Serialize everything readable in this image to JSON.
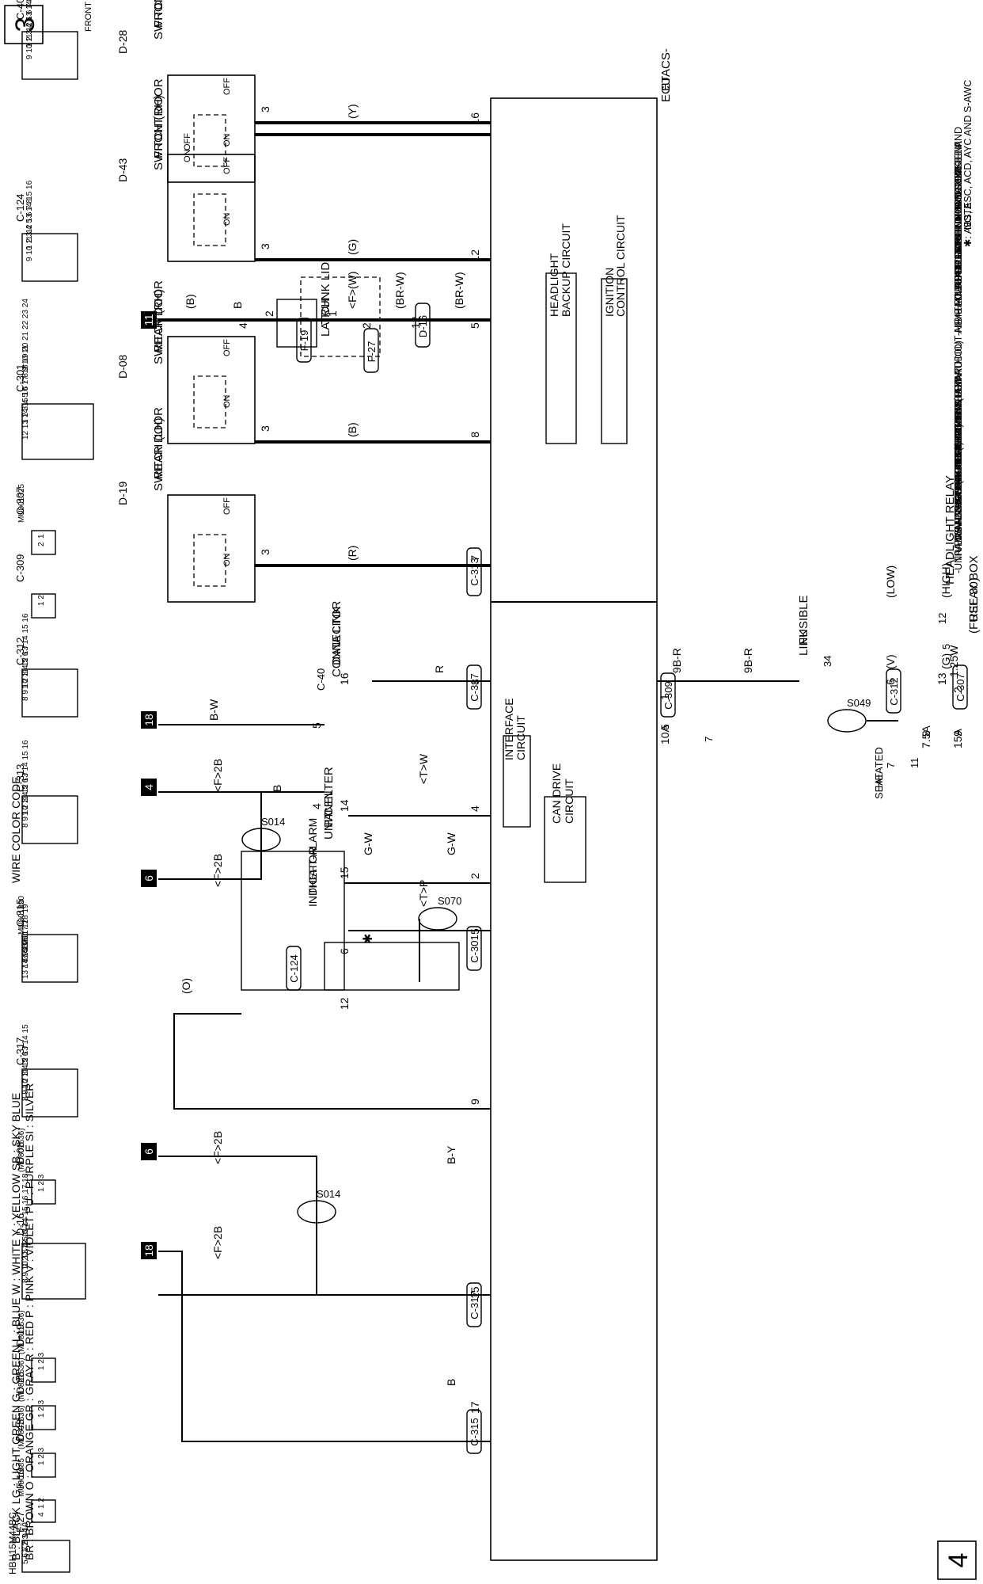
{
  "page": {
    "number_left": "3",
    "number_right": "4",
    "drawing_code": "HBH15M44BC"
  },
  "note": {
    "title": "NOTE",
    "star_lead": "✱: ABS, ASC, ACD, AYC AND S-AWC",
    "col1": [
      "-ACCESSORY SOCKET AND",
      " CIGARETTE LIGHTER",
      "-AIR CONDITIONING SYSTEM",
      "-AUDIO SYSTEM",
      "-CRUISE CONTROL SYSTEM",
      "-HANDS-FREE INTERFACE SYSTEM",
      "-HEADLIGHT LEVELING SYSTEM",
      "-HEATED SEAT"
    ],
    "col2": [
      "-HEATER <VEHICLES WITHOUT AIR",
      " CONDITIONING SYSTEM>",
      "-SPARE CONNECTOR (FOR AUDIO)",
      "-THEFT-ALARM SYSTEM",
      "-TURN-SIGNAL LIGHT AND HAZARD",
      " WARNING LIGHT",
      "-TWIN CLUTCH-SPORTRONIC SHIFT",
      " TRANSMISSION (TC-SST)",
      "-UNIVERSAL SERIAL BUS (USB) BOX"
    ]
  },
  "ecu": {
    "name_line1": "ETACS-",
    "name_line2": "ECU",
    "can_drive": [
      "CAN DRIVE",
      "CIRCUIT"
    ],
    "interface": [
      "INTERFACE",
      "CIRCUIT"
    ],
    "ignition": [
      "IGNITION",
      "CONTROL CIRCUIT"
    ],
    "headlight_backup": [
      "HEADLIGHT",
      "BACKUP CIRCUIT"
    ]
  },
  "switches": [
    {
      "name": [
        "FRONT DOOR",
        "SWITCH (LH)"
      ],
      "conn": "D-28",
      "pin": "3",
      "ecu_pin": "16",
      "wire": "(Y)"
    },
    {
      "name": [
        "FRONT DOOR",
        "SWITCH (RH)"
      ],
      "conn": "D-43",
      "pin": "3",
      "ecu_pin": "12",
      "wire": "(G)"
    },
    {
      "name": [
        "REAR DOOR",
        "SWITCH (RH)"
      ],
      "conn": "D-08",
      "pin": "3",
      "ecu_pin": "8",
      "wire": "(B)"
    },
    {
      "name": [
        "REAR DOOR",
        "SWITCH (LH)"
      ],
      "conn": "D-19",
      "pin": "3",
      "ecu_pin": "7",
      "ecu_conn": "C-313",
      "wire": "(R)"
    }
  ],
  "switch_labels": {
    "off": "OFF",
    "on": "ON"
  },
  "trunk": {
    "name": [
      "TRUNK LID",
      "LATCH"
    ],
    "conn": "F-19",
    "conn2": "F-27",
    "conn3": "D-16",
    "pin1": "1",
    "pin2": "2",
    "pin4": "4",
    "pin_f27": "2",
    "pin_d16": "12",
    "ecu_pin": "5",
    "wire_ecu": "(BR-W)",
    "wire_mid": "(BR-W)",
    "wire_f": "<F>(W)",
    "wire_b": "B",
    "wire_gnd": "(B)",
    "ground_no": "11"
  },
  "fusible": {
    "name": [
      "FUSIBLE",
      "LINK",
      "34"
    ],
    "wire_top": "9B-R",
    "wire_mid": "9B-R",
    "splice": "S049",
    "heated_seat": [
      "HEATED",
      "SEAT"
    ],
    "fuse_no": "5",
    "fuse_amp": "10A",
    "ecu_conn": "C-309",
    "ecu_pin": "1",
    "ref": "7"
  },
  "relay_box": {
    "name": [
      "RELAY BOX",
      "(FUSE 30)"
    ],
    "top_ref": "5",
    "wire": "1.25W",
    "conn": "C-307",
    "pin": "2",
    "fuse9": "9",
    "amp9": "15A",
    "fuse8": "8",
    "amp8": "7.5A",
    "ref11": "11",
    "ref7": "7"
  },
  "headlight_relay": {
    "title": "HEADLIGHT RELAY",
    "high": "(HIGH)",
    "low": "(LOW)",
    "ref": "12",
    "wire_g": "(G)",
    "wire_v": "(V)",
    "pin13": "13",
    "pin6": "6",
    "conn": "C-312"
  },
  "dlc": {
    "name": [
      "DATA LINK",
      "CONNECTOR"
    ],
    "conn": "C-40",
    "ecu_pin_r": "8",
    "ecu_conn_r": "C-317",
    "wire_r": "R",
    "pin16": "16",
    "pin14": "14",
    "pin6": "6",
    "pin5": "5",
    "pin4": "4",
    "can_h_wire": "<T>W",
    "can_l_wire": "<T>P",
    "can_h_pin": "4",
    "can_l_pin": "5",
    "can_l_conn": "C-301",
    "b_w": "B-W",
    "b": "B",
    "f2b_a": "<F>2B",
    "f2b_b": "<F>2B",
    "splice": "S014",
    "gnd_18": "18",
    "gnd_4": "4",
    "gnd_6": "6"
  },
  "center_panel": {
    "name": [
      "CENTER",
      "PANEL",
      "UNIT"
    ],
    "conn": "C-124",
    "indicator": [
      "THEFT-ALARM",
      "INDICATOR"
    ],
    "pin15": "15",
    "pin12": "12",
    "wire_gw": "G-W",
    "wire_gw2": "G-W",
    "ecu_pin": "2",
    "splice": "S070",
    "star": "✱",
    "wire_o": "(O)",
    "ecu_pin9": "9"
  },
  "right_gnd": {
    "wire_by": "B-Y",
    "ecu_pin": "15",
    "ecu_conn": "C-317",
    "f2b_a": "<F>2B",
    "f2b_b": "<F>2B",
    "splice": "S014",
    "gnd_6": "6",
    "gnd_18": "18",
    "wire_b": "B",
    "ecu_pin17": "17",
    "ecu_conn17": "C-315"
  },
  "connectors": [
    {
      "id": "C-40",
      "extra": "FRONT SIDE",
      "rows": [
        "1 2 3 4 5 6 7 8",
        "9 10 11 12 13 14 15 16"
      ]
    },
    {
      "id": "C-124",
      "rows": [
        "1 2 3 4 5 6 7 8",
        "9 10 11 12 13 14 15 16"
      ]
    },
    {
      "id": "C-301",
      "rows": [
        "1 2 3 4 5 6 7 8 9 10 11",
        "12 13 14 15 16 17 18 19 20 21 22 23 24"
      ]
    },
    {
      "id": "C-307",
      "extra": "MU801325",
      "rows": [
        "1",
        "2"
      ]
    },
    {
      "id": "C-309",
      "rows": [
        "1 2"
      ]
    },
    {
      "id": "C-312",
      "rows": [
        "1 2 3 4 5 6 7",
        "8 9 10 11 12 13 14 15 16"
      ]
    },
    {
      "id": "C-313",
      "rows": [
        "1 2 3 4 5 6 7",
        "8 9 10 11 12 13 14 15 16"
      ]
    },
    {
      "id": "C-315",
      "extra": "MU801890",
      "rows": [
        "1 2",
        "3 4 5 6",
        "7 8 9 10 11 12",
        "13 14 15 16 17 18 19"
      ]
    },
    {
      "id": "C-317",
      "rows": [
        "1 2 3 4 5 6 7",
        "8 9 10 11 12 13 14 15"
      ]
    },
    {
      "id": "D-08",
      "extra": "(MU801536)",
      "rows": [
        "1 2 3"
      ]
    },
    {
      "id": "D-16",
      "rows": [
        "1 2 3 4 5 6 7",
        "8 9 10 11 12 13 14 15 16 17 18"
      ]
    },
    {
      "id": "D-19",
      "extra": "(MU801536)",
      "rows": [
        "1 2 3"
      ]
    },
    {
      "id": "D-28",
      "extra": "(MU801536)",
      "rows": [
        "1 2 3"
      ]
    },
    {
      "id": "D-43",
      "extra": "(MU801536)",
      "rows": [
        "1 2 3"
      ]
    },
    {
      "id": "F-19",
      "extra": "MU801685",
      "rows": [
        "1 2",
        "4"
      ]
    },
    {
      "id": "F-27",
      "rows": [
        "1 2 3 4",
        "5 6 7 8 9 10"
      ]
    }
  ],
  "wire_color_code": {
    "title": "WIRE COLOR CODE",
    "line1": "B : BLACK   LG : LIGHT GREEN   G : GREEN   L : BLUE   W : WHITE   Y : YELLOW   SB : SKY BLUE",
    "line2": "BR : BROWN   O : ORANGE   GR : GRAY   R : RED   P : PINK   V : VIOLET   PU : PURPLE   SI : SILVER"
  }
}
